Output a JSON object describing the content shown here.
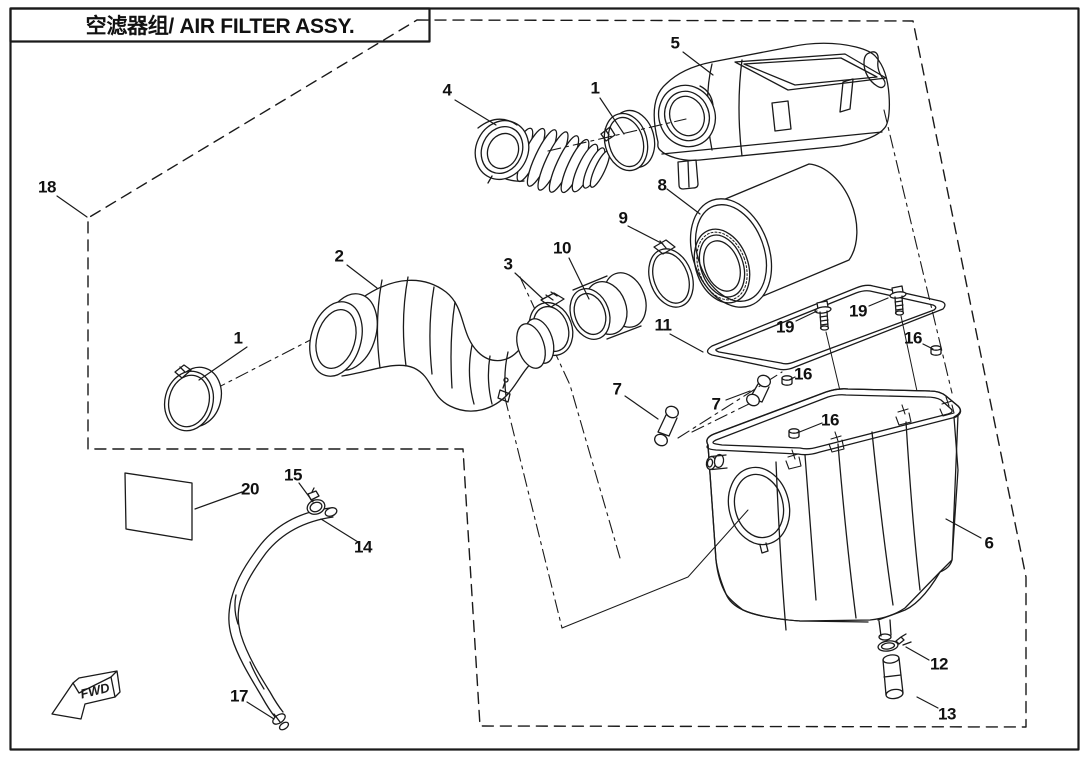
{
  "title": "空滤器组/ AIR FILTER ASSY.",
  "fwd_label": "FWD",
  "colors": {
    "line": "#1a1a1a",
    "background": "#ffffff"
  },
  "callouts": [
    {
      "id": "18",
      "label": "18"
    },
    {
      "id": "4",
      "label": "4"
    },
    {
      "id": "1-top",
      "label": "1"
    },
    {
      "id": "5",
      "label": "5"
    },
    {
      "id": "8",
      "label": "8"
    },
    {
      "id": "9",
      "label": "9"
    },
    {
      "id": "10",
      "label": "10"
    },
    {
      "id": "3",
      "label": "3"
    },
    {
      "id": "2",
      "label": "2"
    },
    {
      "id": "1-left",
      "label": "1"
    },
    {
      "id": "11",
      "label": "11"
    },
    {
      "id": "19-left",
      "label": "19"
    },
    {
      "id": "19-right",
      "label": "19"
    },
    {
      "id": "16-right",
      "label": "16"
    },
    {
      "id": "16-mid",
      "label": "16"
    },
    {
      "id": "16-low",
      "label": "16"
    },
    {
      "id": "7-left",
      "label": "7"
    },
    {
      "id": "7-right",
      "label": "7"
    },
    {
      "id": "6",
      "label": "6"
    },
    {
      "id": "12",
      "label": "12"
    },
    {
      "id": "13",
      "label": "13"
    },
    {
      "id": "20",
      "label": "20"
    },
    {
      "id": "15",
      "label": "15"
    },
    {
      "id": "14",
      "label": "14"
    },
    {
      "id": "17",
      "label": "17"
    }
  ]
}
